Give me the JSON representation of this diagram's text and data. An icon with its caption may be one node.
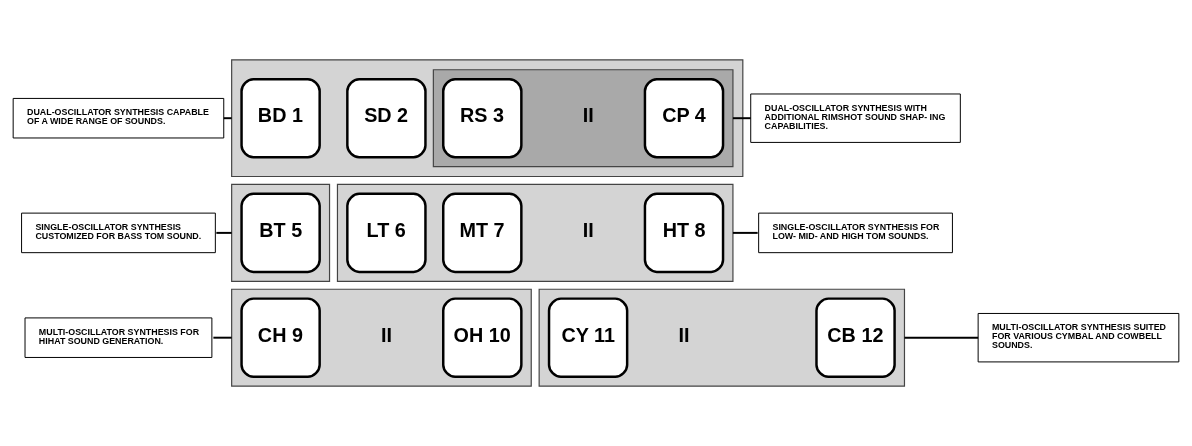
{
  "diagram": {
    "nodes": [
      {
        "text": [
          "MULTI-OSCILLATOR SYNTHESIS FOR HIHAT SOUND GENERATION."
        ]
      },
      {
        "text": [],
        "shape": "box"
      },
      {
        "text": [
          "CH 9"
        ],
        "in": 1
      },
      {
        "text": [
          "OH 10"
        ],
        "in": 1
      },
      {
        "text": [],
        "shape": "box"
      },
      {
        "text": [
          "CY 11"
        ],
        "in": 4
      },
      {
        "text": [
          "CB 12"
        ],
        "in": 4
      },
      {
        "text": [
          "MULTI-OSCILLATOR SYNTHESIS SUITED FOR VARIOUS CYMBAL AND COWBELL SOUNDS."
        ]
      },
      {
        "text": [
          "SINGLE-OSCILLATOR SYNTHESIS CUSTOMIZED FOR BASS TOM SOUND."
        ]
      },
      {
        "text": [],
        "shape": "box"
      },
      {
        "text": [
          "BT 5"
        ],
        "in": 9
      },
      {
        "text": [],
        "shape": "box"
      },
      {
        "text": [
          "LT 6"
        ],
        "in": 11
      },
      {
        "text": [
          "MT 7"
        ],
        "in": 11
      },
      {
        "text": [
          "HT 8"
        ],
        "in": 11
      },
      {
        "text": [
          "SINGLE-OSCILLATOR SYNTHESIS FOR LOW- MID- AND HIGH TOM SOUNDS."
        ]
      },
      {
        "text": [
          "DUAL-OSCILLATOR SYNTHESIS CAPABLE OF A WIDE RANGE OF SOUNDS."
        ]
      },
      {
        "text": [],
        "shape": "box"
      },
      {
        "text": [
          "BD 1"
        ],
        "in": 17
      },
      {
        "text": [
          "SD 2"
        ],
        "in": 17
      },
      {
        "text": [],
        "shape": "box",
        "in": 17
      },
      {
        "text": [
          "RS 3"
        ],
        "in": 20
      },
      {
        "text": [
          "CP 4"
        ],
        "in": 20
      },
      {
        "text": [
          "DUAL-OSCILLATOR SYNTHESIS WITH ADDITIONAL RIMSHOT SOUND SHAP- ING CAPABILITIES."
        ]
      }
    ],
    "edges": [
      {
        "from": 0,
        "to": 1,
        "arrow": "none"
      },
      {
        "from": 7,
        "to": 4,
        "arrow": "none"
      },
      {
        "from": 8,
        "to": 9,
        "arrow": "none"
      },
      {
        "from": 15,
        "to": 11,
        "arrow": "none"
      },
      {
        "from": 16,
        "to": 17,
        "arrow": "none"
      },
      {
        "from": 23,
        "to": 20,
        "arrow": "none"
      }
    ],
    "labels": [
      "II",
      "II",
      "II",
      "II"
    ]
  }
}
